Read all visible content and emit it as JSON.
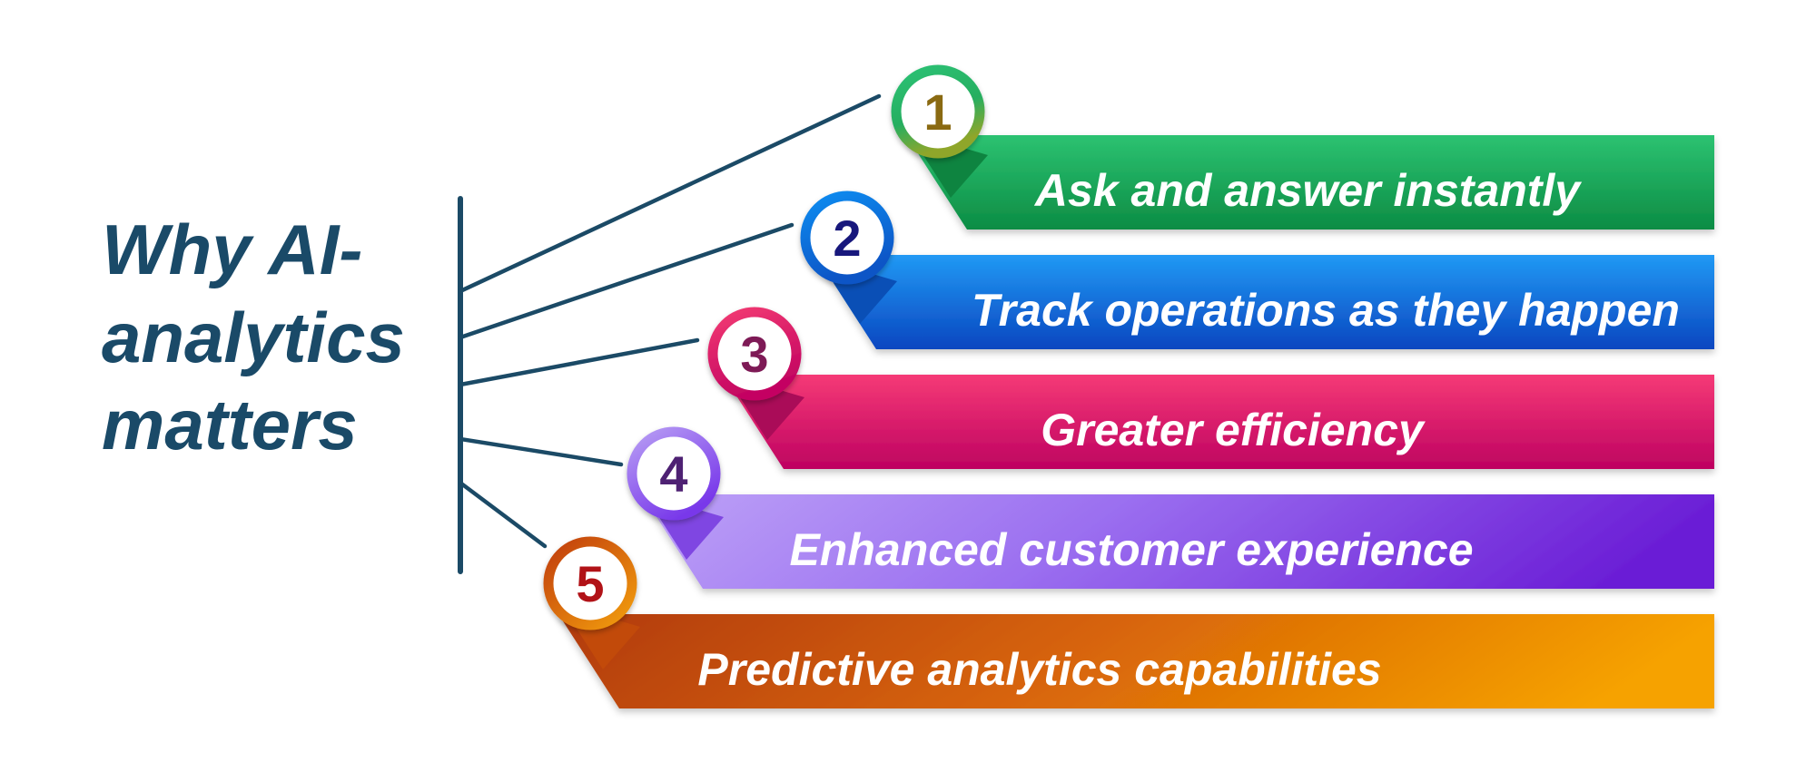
{
  "title": {
    "lines": [
      "Why AI-",
      "analytics",
      "matters"
    ],
    "color": "#1A4A68"
  },
  "items": [
    {
      "number": "1",
      "label": "Ask and answer instantly",
      "banner_gradient": [
        "#2CC271",
        "#0C8C44"
      ],
      "gradient_direction": "vertical",
      "ring_color": "#27AE60",
      "tail_color": "#0E8440",
      "number_color": "#8A6A12"
    },
    {
      "number": "2",
      "label": "Track operations as they happen",
      "banner_gradient": [
        "#2199F4",
        "#0A46C0"
      ],
      "gradient_direction": "vertical",
      "ring_color": "#0F86EE",
      "tail_color": "#0A4FB6",
      "number_color": "#17177C"
    },
    {
      "number": "3",
      "label": "Greater efficiency",
      "banner_gradient": [
        "#F53A76",
        "#BE0261"
      ],
      "gradient_direction": "vertical",
      "ring_color": "#EE2E6B",
      "tail_color": "#AA0C58",
      "number_color": "#7E1A56"
    },
    {
      "number": "4",
      "label": "Enhanced customer experience",
      "banner_gradient": [
        "#BDA2F7",
        "#6B1ED6"
      ],
      "gradient_direction": "horizontal",
      "ring_color": "#8A4FF0",
      "tail_color": "#7F46E2",
      "number_color": "#4E2173"
    },
    {
      "number": "5",
      "label": "Predictive analytics capabilities",
      "banner_gradient": [
        "#B13A0D",
        "#F6A201"
      ],
      "gradient_direction": "horizontal",
      "ring_color": "#E08A0B",
      "tail_color": "#C24A0A",
      "number_color": "#B11217"
    }
  ],
  "connector_color": "#1B4A66",
  "label_text_color": "#FFFFFF",
  "background_color": "#FFFFFF"
}
